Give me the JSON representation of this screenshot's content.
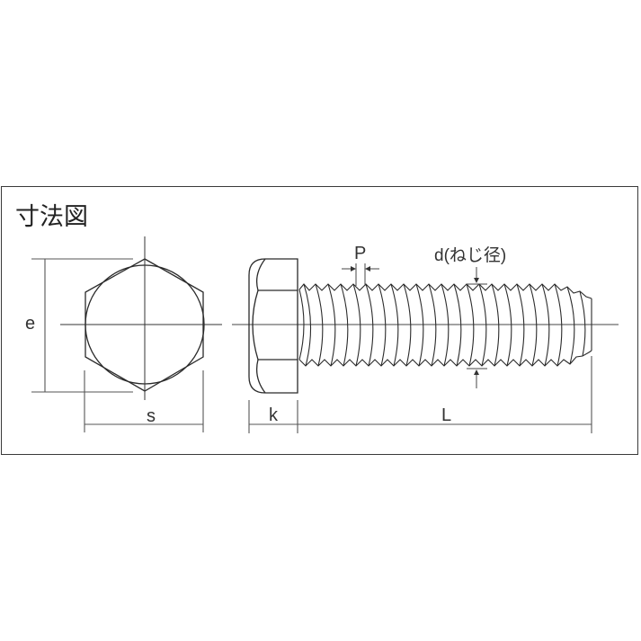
{
  "title": "寸法図",
  "labels": {
    "e": "e",
    "s": "s",
    "k": "k",
    "L": "L",
    "P": "P",
    "d": "d(ねじ径)"
  },
  "views": {
    "front": "hex-head-end-view",
    "side": "hex-bolt-side-view"
  },
  "colors": {
    "line": "#2a2a2a",
    "dim": "#555555",
    "frame": "#3a3a3a"
  }
}
